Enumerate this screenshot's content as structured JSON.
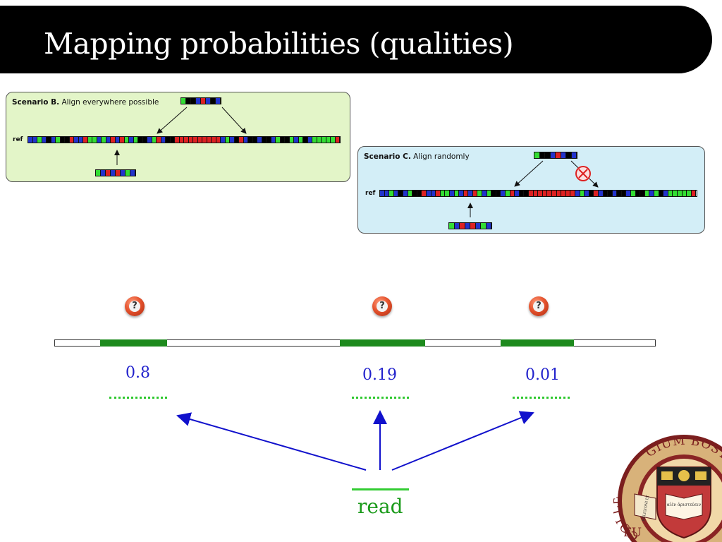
{
  "title": "Mapping probabilities (qualities)",
  "colors": {
    "blue": "#2233cc",
    "green": "#33dd33",
    "red": "#dd2222",
    "black": "#000000",
    "hit": "#1d8a1d",
    "prob_text": "#2222cc",
    "arrow": "#1111cc",
    "panel_b_bg": "#e3f5c8",
    "panel_c_bg": "#d3eef7"
  },
  "scenario_b": {
    "title_bold": "Scenario B.",
    "title_rest": " Align everywhere possible",
    "ref_label": "ref",
    "read_pattern": "GKKBRBKB",
    "ref_pattern": "BBGBKBGKKRBBRGGBGBRBRGBGKKBGRBKKRRRRRRRRRRBGBKRBKKBKKBGKKGBGKBGGGGGR",
    "lower_read_pattern": "GBRBRBGB"
  },
  "scenario_c": {
    "title_bold": "Scenario C.",
    "title_rest": " Align randomly",
    "ref_label": "ref",
    "read_pattern": "GKKBRBKB",
    "ref_pattern": "BBGBKBGKKRBBRGGBGBRBRGBGKKBGRBKKRRRRRRRRRRBGBKRBKKBKKBGKKGBGKBGGGGGR",
    "lower_read_pattern": "GBRBRBGB",
    "blocked_icon": "prohibited-icon"
  },
  "question_icon": "question-mark-icon",
  "question_glyph": "?",
  "hits": [
    {
      "probability": "0.8"
    },
    {
      "probability": "0.19"
    },
    {
      "probability": "0.01"
    }
  ],
  "read_label": "read",
  "seal_icon": "college-seal-icon",
  "seal_text_top": "GIUM BOST",
  "seal_text_left": "COLLE",
  "seal_text_bottom": "FU",
  "seal_text_book": "αἰὲν ἀριστεύειν",
  "seal_text_ribbon": "RELIGIONI ET"
}
